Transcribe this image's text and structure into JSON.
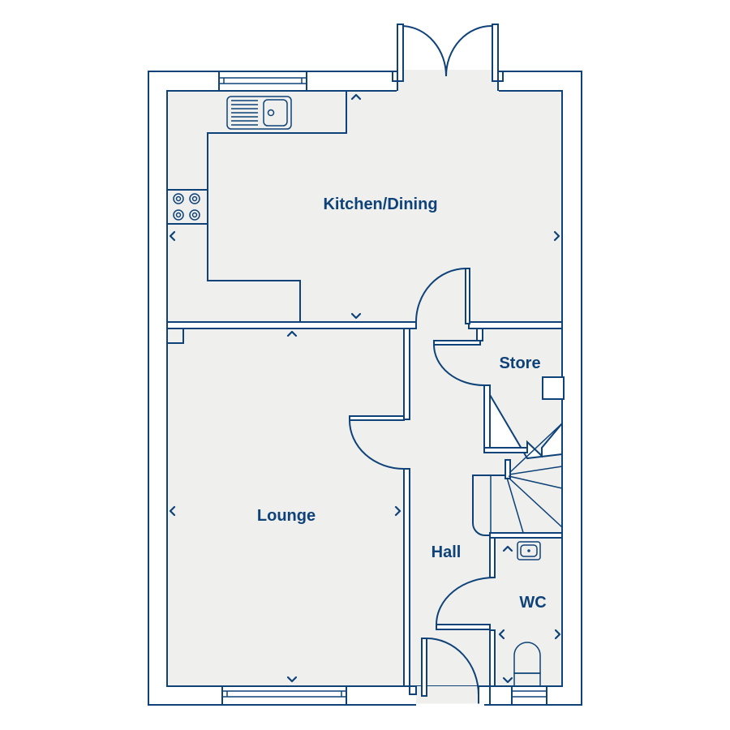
{
  "plan": {
    "rooms": [
      {
        "id": "kitchen",
        "label": "Kitchen/Dining"
      },
      {
        "id": "lounge",
        "label": "Lounge"
      },
      {
        "id": "hall",
        "label": "Hall"
      },
      {
        "id": "store",
        "label": "Store"
      },
      {
        "id": "wc",
        "label": "WC"
      }
    ],
    "colors": {
      "wall": "#0e4278",
      "floor": "#efefed"
    }
  }
}
